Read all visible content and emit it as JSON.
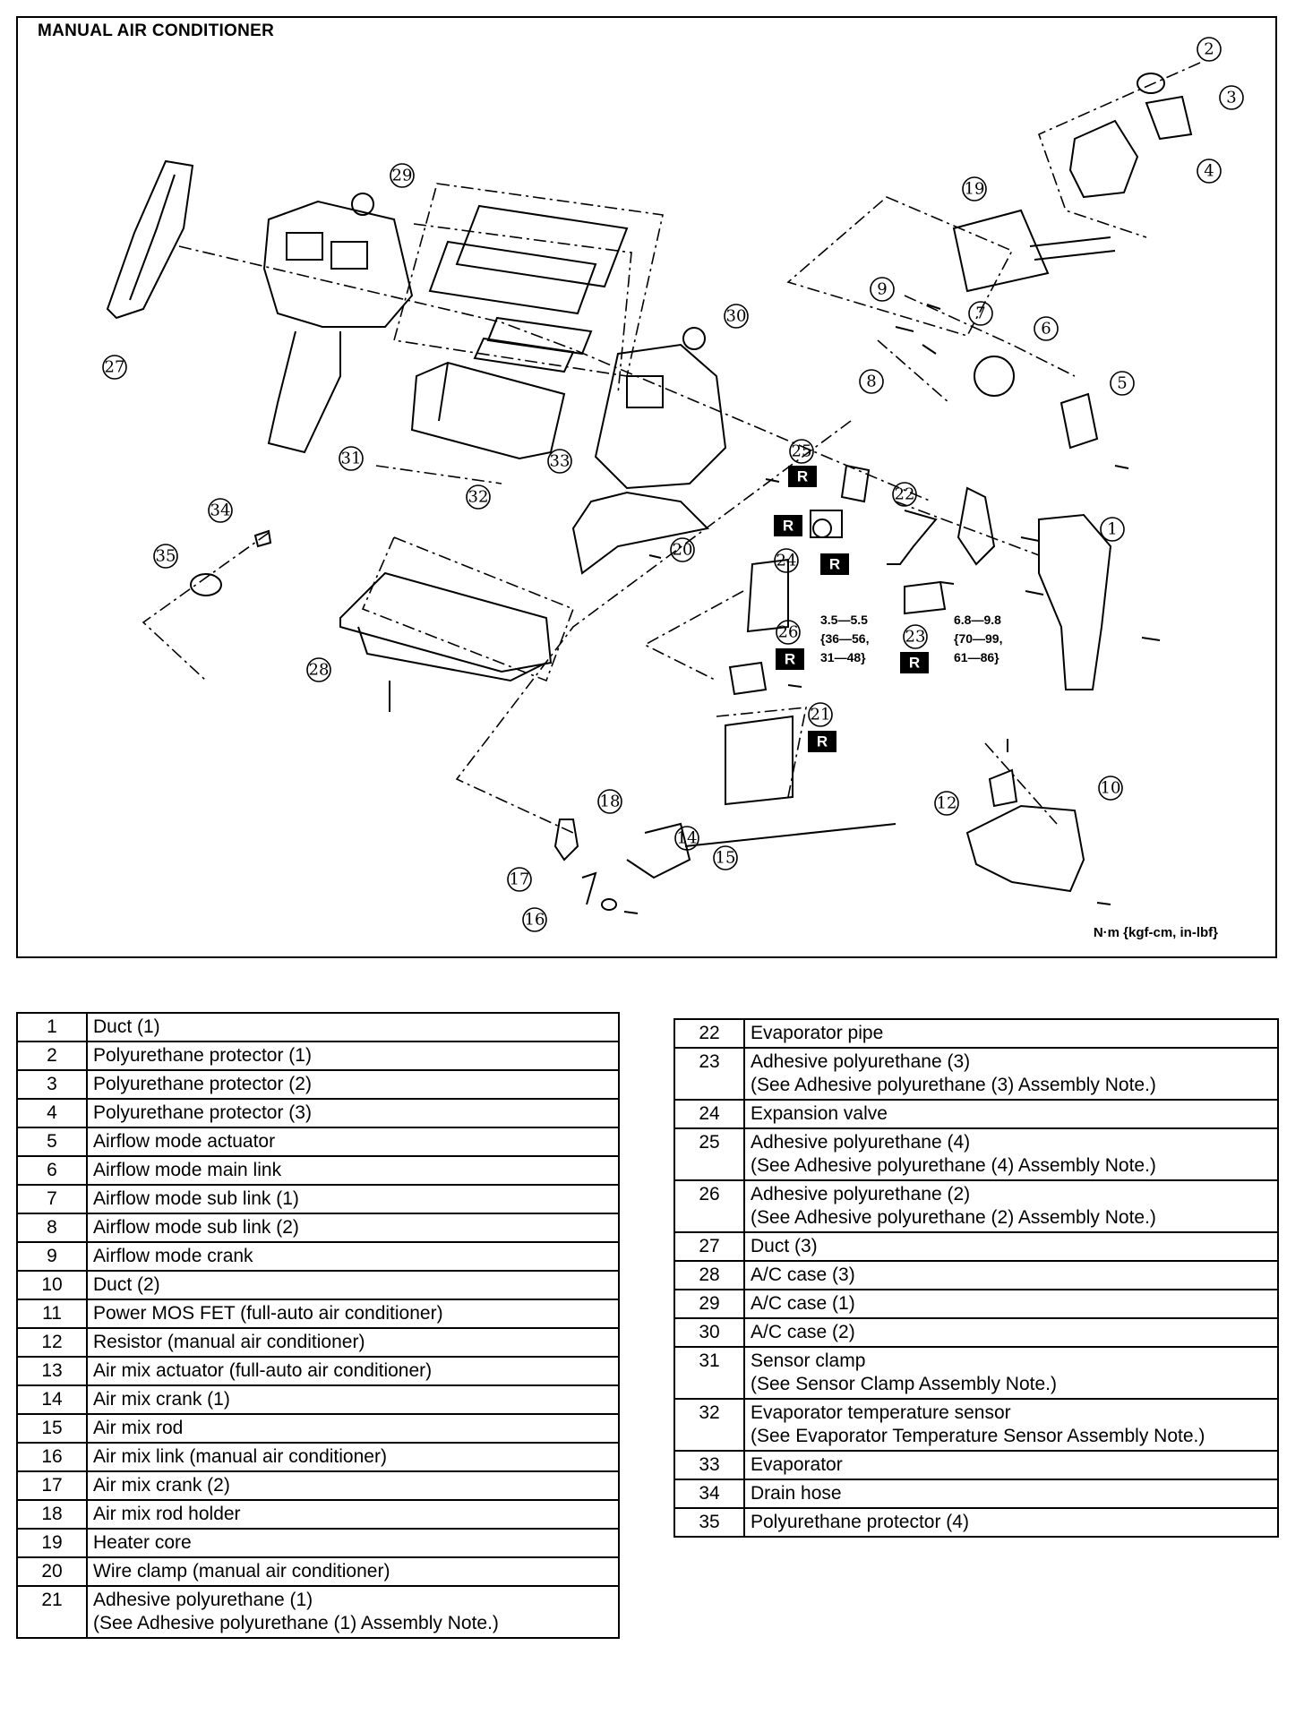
{
  "diagram": {
    "title": "MANUAL AIR CONDITIONER",
    "unit_note": "N·m {kgf-cm, in-lbf}",
    "repair_mark": "R",
    "torque_a": [
      "3.5—5.5",
      "{36—56,",
      "31—48}"
    ],
    "torque_b": [
      "6.8—9.8",
      "{70—99,",
      "61—86}"
    ],
    "callouts": [
      "1",
      "2",
      "3",
      "4",
      "5",
      "6",
      "7",
      "8",
      "9",
      "10",
      "12",
      "14",
      "15",
      "16",
      "17",
      "18",
      "19",
      "20",
      "21",
      "22",
      "23",
      "24",
      "25",
      "26",
      "27",
      "28",
      "29",
      "30",
      "31",
      "32",
      "33",
      "34",
      "35"
    ]
  },
  "parts_left": [
    {
      "no": "1",
      "name": "Duct (1)"
    },
    {
      "no": "2",
      "name": "Polyurethane protector (1)"
    },
    {
      "no": "3",
      "name": "Polyurethane protector (2)"
    },
    {
      "no": "4",
      "name": "Polyurethane protector (3)"
    },
    {
      "no": "5",
      "name": "Airflow mode actuator"
    },
    {
      "no": "6",
      "name": "Airflow mode main link"
    },
    {
      "no": "7",
      "name": "Airflow mode sub link (1)"
    },
    {
      "no": "8",
      "name": "Airflow mode sub link (2)"
    },
    {
      "no": "9",
      "name": "Airflow mode crank"
    },
    {
      "no": "10",
      "name": "Duct (2)"
    },
    {
      "no": "11",
      "name": "Power MOS FET (full-auto air conditioner)"
    },
    {
      "no": "12",
      "name": "Resistor (manual air conditioner)"
    },
    {
      "no": "13",
      "name": "Air mix actuator (full-auto air conditioner)"
    },
    {
      "no": "14",
      "name": "Air mix crank (1)"
    },
    {
      "no": "15",
      "name": "Air mix rod"
    },
    {
      "no": "16",
      "name": "Air mix link (manual air conditioner)"
    },
    {
      "no": "17",
      "name": "Air mix crank (2)"
    },
    {
      "no": "18",
      "name": "Air mix rod holder"
    },
    {
      "no": "19",
      "name": "Heater core"
    },
    {
      "no": "20",
      "name": "Wire clamp (manual air conditioner)"
    },
    {
      "no": "21",
      "name": "Adhesive polyurethane (1)",
      "note": "(See Adhesive polyurethane (1) Assembly Note.)"
    }
  ],
  "parts_right": [
    {
      "no": "22",
      "name": "Evaporator pipe"
    },
    {
      "no": "23",
      "name": "Adhesive polyurethane (3)",
      "note": "(See Adhesive polyurethane (3) Assembly Note.)"
    },
    {
      "no": "24",
      "name": "Expansion valve"
    },
    {
      "no": "25",
      "name": "Adhesive polyurethane (4)",
      "note": "(See Adhesive polyurethane (4) Assembly Note.)"
    },
    {
      "no": "26",
      "name": "Adhesive polyurethane (2)",
      "note": "(See Adhesive polyurethane (2) Assembly Note.)"
    },
    {
      "no": "27",
      "name": "Duct (3)"
    },
    {
      "no": "28",
      "name": "A/C case (3)"
    },
    {
      "no": "29",
      "name": "A/C case (1)"
    },
    {
      "no": "30",
      "name": "A/C case (2)"
    },
    {
      "no": "31",
      "name": "Sensor clamp",
      "note": "(See Sensor Clamp Assembly Note.)"
    },
    {
      "no": "32",
      "name": "Evaporator temperature sensor",
      "note": "(See Evaporator Temperature Sensor Assembly Note.)"
    },
    {
      "no": "33",
      "name": "Evaporator"
    },
    {
      "no": "34",
      "name": "Drain hose"
    },
    {
      "no": "35",
      "name": "Polyurethane protector (4)"
    }
  ]
}
